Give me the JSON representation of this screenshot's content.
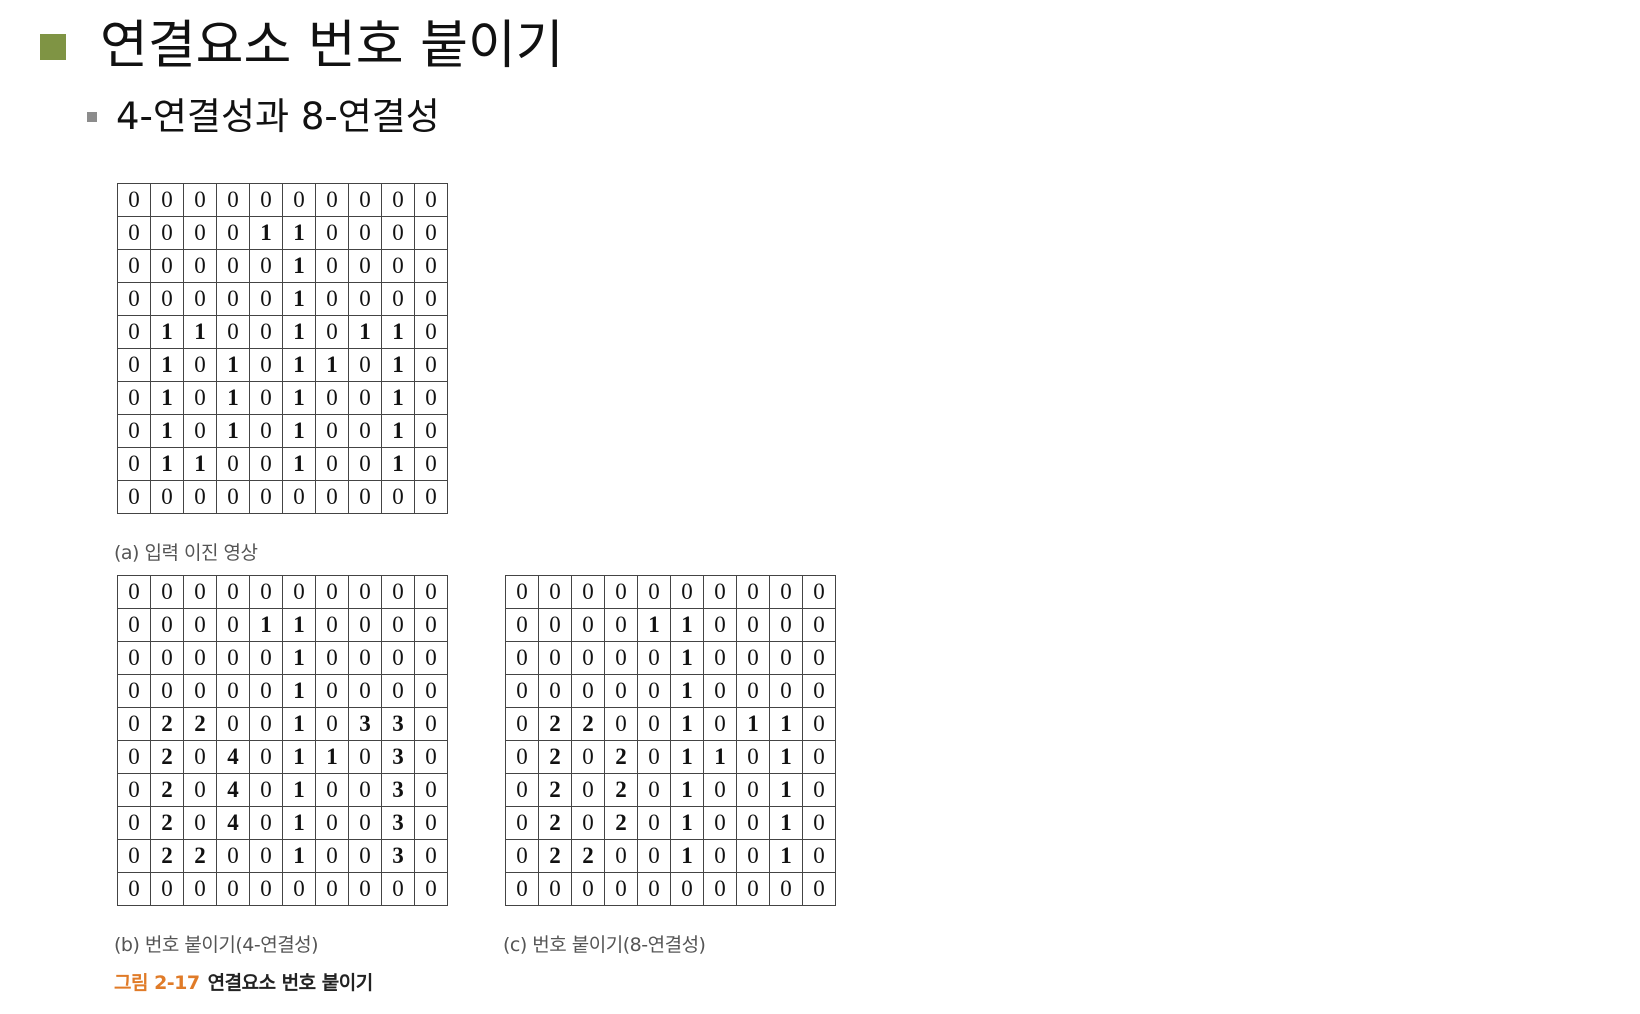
{
  "slide": {
    "title": "연결요소 번호 붙이기",
    "subtitle": "4-연결성과 8-연결성",
    "title_bullet_color": "#7f9444",
    "sub_bullet_color": "#8c8c8c"
  },
  "figures": [
    {
      "id": "grid-a",
      "caption": "(a) 입력 이진 영상",
      "rows": [
        [
          0,
          0,
          0,
          0,
          0,
          0,
          0,
          0,
          0,
          0
        ],
        [
          0,
          0,
          0,
          0,
          1,
          1,
          0,
          0,
          0,
          0
        ],
        [
          0,
          0,
          0,
          0,
          0,
          1,
          0,
          0,
          0,
          0
        ],
        [
          0,
          0,
          0,
          0,
          0,
          1,
          0,
          0,
          0,
          0
        ],
        [
          0,
          1,
          1,
          0,
          0,
          1,
          0,
          1,
          1,
          0
        ],
        [
          0,
          1,
          0,
          1,
          0,
          1,
          1,
          0,
          1,
          0
        ],
        [
          0,
          1,
          0,
          1,
          0,
          1,
          0,
          0,
          1,
          0
        ],
        [
          0,
          1,
          0,
          1,
          0,
          1,
          0,
          0,
          1,
          0
        ],
        [
          0,
          1,
          1,
          0,
          0,
          1,
          0,
          0,
          1,
          0
        ],
        [
          0,
          0,
          0,
          0,
          0,
          0,
          0,
          0,
          0,
          0
        ]
      ]
    },
    {
      "id": "grid-b",
      "caption": "(b) 번호 붙이기(4-연결성)",
      "rows": [
        [
          0,
          0,
          0,
          0,
          0,
          0,
          0,
          0,
          0,
          0
        ],
        [
          0,
          0,
          0,
          0,
          1,
          1,
          0,
          0,
          0,
          0
        ],
        [
          0,
          0,
          0,
          0,
          0,
          1,
          0,
          0,
          0,
          0
        ],
        [
          0,
          0,
          0,
          0,
          0,
          1,
          0,
          0,
          0,
          0
        ],
        [
          0,
          2,
          2,
          0,
          0,
          1,
          0,
          3,
          3,
          0
        ],
        [
          0,
          2,
          0,
          4,
          0,
          1,
          1,
          0,
          3,
          0
        ],
        [
          0,
          2,
          0,
          4,
          0,
          1,
          0,
          0,
          3,
          0
        ],
        [
          0,
          2,
          0,
          4,
          0,
          1,
          0,
          0,
          3,
          0
        ],
        [
          0,
          2,
          2,
          0,
          0,
          1,
          0,
          0,
          3,
          0
        ],
        [
          0,
          0,
          0,
          0,
          0,
          0,
          0,
          0,
          0,
          0
        ]
      ]
    },
    {
      "id": "grid-c",
      "caption": "(c) 번호 붙이기(8-연결성)",
      "rows": [
        [
          0,
          0,
          0,
          0,
          0,
          0,
          0,
          0,
          0,
          0
        ],
        [
          0,
          0,
          0,
          0,
          1,
          1,
          0,
          0,
          0,
          0
        ],
        [
          0,
          0,
          0,
          0,
          0,
          1,
          0,
          0,
          0,
          0
        ],
        [
          0,
          0,
          0,
          0,
          0,
          1,
          0,
          0,
          0,
          0
        ],
        [
          0,
          2,
          2,
          0,
          0,
          1,
          0,
          1,
          1,
          0
        ],
        [
          0,
          2,
          0,
          2,
          0,
          1,
          1,
          0,
          1,
          0
        ],
        [
          0,
          2,
          0,
          2,
          0,
          1,
          0,
          0,
          1,
          0
        ],
        [
          0,
          2,
          0,
          2,
          0,
          1,
          0,
          0,
          1,
          0
        ],
        [
          0,
          2,
          2,
          0,
          0,
          1,
          0,
          0,
          1,
          0
        ],
        [
          0,
          0,
          0,
          0,
          0,
          0,
          0,
          0,
          0,
          0
        ]
      ]
    }
  ],
  "figure_caption": {
    "number": "그림 2-17",
    "text": "연결요소 번호 붙이기",
    "number_color": "#e07b28"
  }
}
